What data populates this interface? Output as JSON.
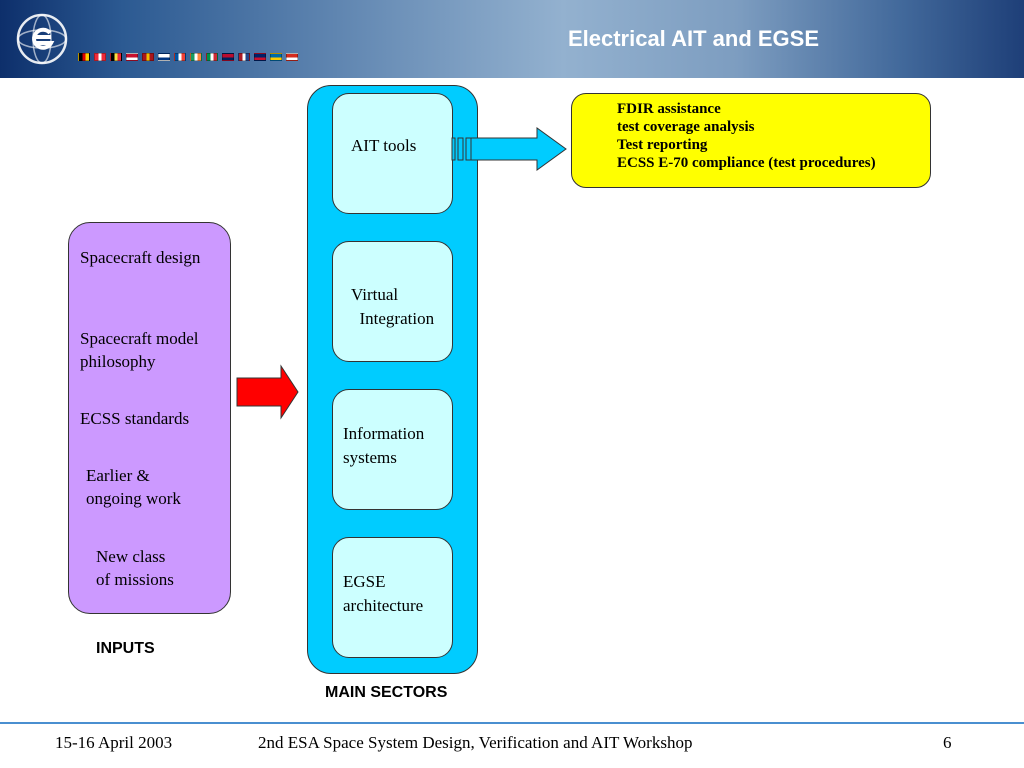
{
  "header": {
    "title": "Electrical AIT and EGSE",
    "logo_icon": "esa-logo-icon",
    "gradient_colors": [
      "#0d2f6b",
      "#93b1cf",
      "#1e3f78"
    ],
    "flags": [
      {
        "name": "germany",
        "colors": [
          "#000000",
          "#dd0000",
          "#ffce00"
        ]
      },
      {
        "name": "austria",
        "colors": [
          "#ed2939",
          "#ffffff",
          "#ed2939"
        ]
      },
      {
        "name": "belgium",
        "colors": [
          "#000000",
          "#fae042",
          "#ed2939"
        ]
      },
      {
        "name": "denmark",
        "colors": [
          "#c8102e",
          "#ffffff"
        ]
      },
      {
        "name": "spain",
        "colors": [
          "#aa151b",
          "#f1bf00",
          "#aa151b"
        ]
      },
      {
        "name": "finland",
        "colors": [
          "#ffffff",
          "#003580"
        ]
      },
      {
        "name": "france",
        "colors": [
          "#0055a4",
          "#ffffff",
          "#ef4135"
        ]
      },
      {
        "name": "ireland",
        "colors": [
          "#169b62",
          "#ffffff",
          "#ff883e"
        ]
      },
      {
        "name": "italy",
        "colors": [
          "#009246",
          "#ffffff",
          "#ce2b37"
        ]
      },
      {
        "name": "norway",
        "colors": [
          "#ba0c2f",
          "#00205b"
        ]
      },
      {
        "name": "netherlands",
        "colors": [
          "#ae1c28",
          "#ffffff",
          "#21468b"
        ]
      },
      {
        "name": "united-kingdom",
        "colors": [
          "#012169",
          "#c8102e"
        ]
      },
      {
        "name": "sweden",
        "colors": [
          "#006aa7",
          "#fecc00"
        ]
      },
      {
        "name": "switzerland",
        "colors": [
          "#d52b1e",
          "#ffffff"
        ]
      }
    ]
  },
  "inputs": {
    "caption": "INPUTS",
    "items": [
      "Spacecraft design",
      "Spacecraft model\nphilosophy",
      "ECSS standards",
      "Earlier &\nongoing work",
      "New class\nof missions"
    ]
  },
  "sectors": {
    "caption": "MAIN SECTORS",
    "items": [
      "AIT tools",
      "Virtual\n  Integration",
      "Information\nsystems",
      "EGSE\narchitecture"
    ]
  },
  "fdir": {
    "lines": [
      "FDIR assistance",
      "test coverage analysis",
      "Test reporting",
      "ECSS E-70 compliance (test procedures)"
    ]
  },
  "colors": {
    "inputs_fill": "#cc99ff",
    "sectors_panel": "#00ccff",
    "sector_fill": "#ccffff",
    "output_fill": "#ffff00",
    "input_arrow": "#ff0000",
    "output_arrow": "#00ccff",
    "footer_line": "#4a8fd0"
  },
  "footer": {
    "date": "15-16 April 2003",
    "event": "2nd ESA Space System Design, Verification and AIT Workshop",
    "page": "6"
  }
}
